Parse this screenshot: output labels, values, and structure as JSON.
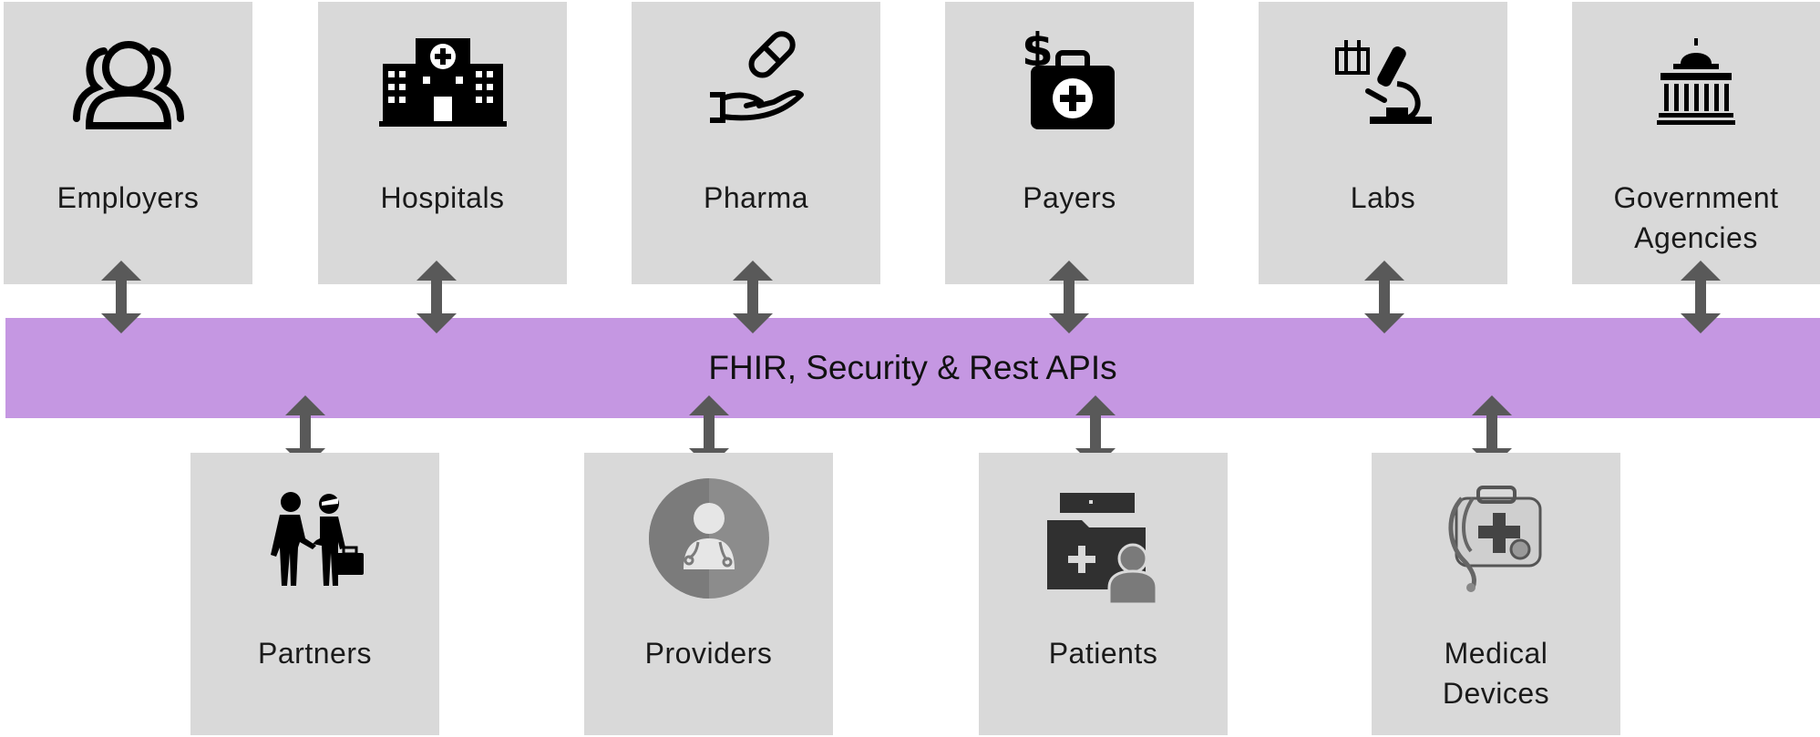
{
  "top_row": [
    {
      "label": "Employers",
      "icon": "people-group-icon"
    },
    {
      "label": "Hospitals",
      "icon": "hospital-building-icon"
    },
    {
      "label": "Pharma",
      "icon": "pill-hand-icon"
    },
    {
      "label": "Payers",
      "icon": "dollar-medical-bag-icon"
    },
    {
      "label": "Labs",
      "icon": "microscope-test-tubes-icon"
    },
    {
      "label": "Government Agencies",
      "icon": "capitol-building-icon"
    }
  ],
  "bottom_row": [
    {
      "label": "Partners",
      "icon": "handshake-business-icon"
    },
    {
      "label": "Providers",
      "icon": "doctor-stethoscope-icon"
    },
    {
      "label": "Patients",
      "icon": "patient-medical-folder-icon"
    },
    {
      "label": "Medical Devices",
      "icon": "stethoscope-first-aid-kit-icon"
    }
  ],
  "band": {
    "label": "FHIR, Security & Rest APIs",
    "color": "#c597e2"
  },
  "colors": {
    "box": "#d9d9d9",
    "arrow": "#595959"
  }
}
